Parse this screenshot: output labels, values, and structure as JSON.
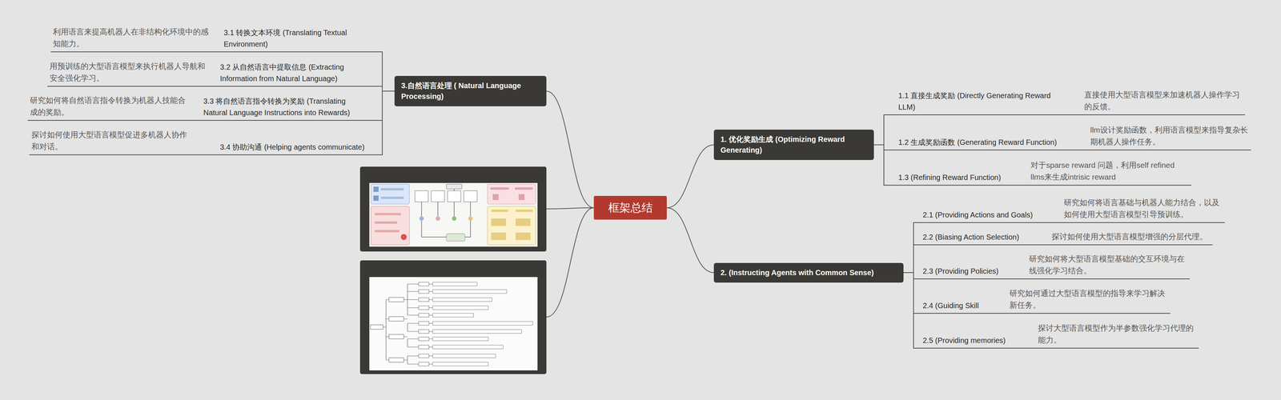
{
  "diagram": {
    "nodes": [
      {
        "text": [
          "框架总结"
        ]
      },
      {
        "text": [
          "1. 优化奖励生成 (Optimizing Reward Generating)"
        ]
      },
      {
        "text": [
          "1.1 直接生成奖励 (Directly Generating Reward LLM)"
        ]
      },
      {
        "text": [
          "直接使用大型语言模型来加速机器人操作学习的反馈。"
        ]
      },
      {
        "text": [
          "1.2 生成奖励函数 (Generating Reward Function)"
        ]
      },
      {
        "text": [
          "llm设计奖励函数，利用语言模型来指导复杂长期机器人操作任务。"
        ]
      },
      {
        "text": [
          "1.3 (Refining Reward Function)"
        ]
      },
      {
        "text": [
          "对于sparse reward 问题，利用self refined llms来生成intrisic reward"
        ]
      },
      {
        "text": [
          "2. (Instructing Agents with Common Sense)"
        ]
      },
      {
        "text": [
          "2.1 (Providing Actions and Goals)"
        ]
      },
      {
        "text": [
          "研究如何将语言基础与机器人能力结合，以及如何使用大型语言模型引导预训练。"
        ]
      },
      {
        "text": [
          "2.2 (Biasing Action Selection)"
        ]
      },
      {
        "text": [
          "探讨如何使用大型语言模型增强的分层代理。"
        ]
      },
      {
        "text": [
          "2.3 (Providing Policies)"
        ]
      },
      {
        "text": [
          "研究如何将大型语言模型基础的交互环境与在线强化学习结合。"
        ]
      },
      {
        "text": [
          "2.4 (Guiding Skill"
        ]
      },
      {
        "text": [
          "研究如何通过大型语言模型的指导来学习解决新任务。"
        ]
      },
      {
        "text": [
          "2.5 (Providing memories)"
        ]
      },
      {
        "text": [
          "探讨大型语言模型作为半参数强化学习代理的能力。"
        ]
      },
      {
        "text": [
          "3.自然语言处理 ( Natural Language Processing)"
        ]
      },
      {
        "text": [
          "3.1 转换文本环境 (Translating Textual Environment)"
        ]
      },
      {
        "text": [
          "利用语言来提高机器人在非结构化环境中的感知能力。"
        ]
      },
      {
        "text": [
          "3.2 从自然语言中提取信息 (Extracting Information from Natural Language)"
        ]
      },
      {
        "text": [
          "用预训练的大型语言模型来执行机器人导航和安全强化学习。"
        ]
      },
      {
        "text": [
          "3.3 将自然语言指令转换为奖励 (Translating Natural Language Instructions into Rewards)"
        ]
      },
      {
        "text": [
          "研究如何将自然语言指令转换为机器人技能合成的奖励。"
        ]
      },
      {
        "text": [
          "3.4 协助沟通 (Helping agents communicate)"
        ]
      },
      {
        "text": [
          "探讨如何使用大型语言模型促进多机器人协作和对话。"
        ]
      }
    ],
    "edges": [
      {
        "from": 0,
        "to": 1,
        "arrow": "none"
      },
      {
        "from": 0,
        "to": 8,
        "arrow": "none"
      },
      {
        "from": 0,
        "to": 19,
        "arrow": "none"
      },
      {
        "from": 1,
        "to": 2,
        "arrow": "none"
      },
      {
        "from": 1,
        "to": 4,
        "arrow": "none"
      },
      {
        "from": 1,
        "to": 6,
        "arrow": "none"
      },
      {
        "from": 2,
        "to": 3,
        "arrow": "none"
      },
      {
        "from": 4,
        "to": 5,
        "arrow": "none"
      },
      {
        "from": 6,
        "to": 7,
        "arrow": "none"
      },
      {
        "from": 8,
        "to": 9,
        "arrow": "none"
      },
      {
        "from": 8,
        "to": 11,
        "arrow": "none"
      },
      {
        "from": 8,
        "to": 13,
        "arrow": "none"
      },
      {
        "from": 8,
        "to": 15,
        "arrow": "none"
      },
      {
        "from": 8,
        "to": 17,
        "arrow": "none"
      },
      {
        "from": 9,
        "to": 10,
        "arrow": "none"
      },
      {
        "from": 11,
        "to": 12,
        "arrow": "none"
      },
      {
        "from": 13,
        "to": 14,
        "arrow": "none"
      },
      {
        "from": 15,
        "to": 16,
        "arrow": "none"
      },
      {
        "from": 17,
        "to": 18,
        "arrow": "none"
      },
      {
        "from": 19,
        "to": 20,
        "arrow": "none"
      },
      {
        "from": 19,
        "to": 22,
        "arrow": "none"
      },
      {
        "from": 19,
        "to": 24,
        "arrow": "none"
      },
      {
        "from": 19,
        "to": 26,
        "arrow": "none"
      },
      {
        "from": 20,
        "to": 21,
        "arrow": "none"
      },
      {
        "from": 22,
        "to": 23,
        "arrow": "none"
      },
      {
        "from": 24,
        "to": 25,
        "arrow": "none"
      },
      {
        "from": 26,
        "to": 27,
        "arrow": "none"
      }
    ]
  }
}
